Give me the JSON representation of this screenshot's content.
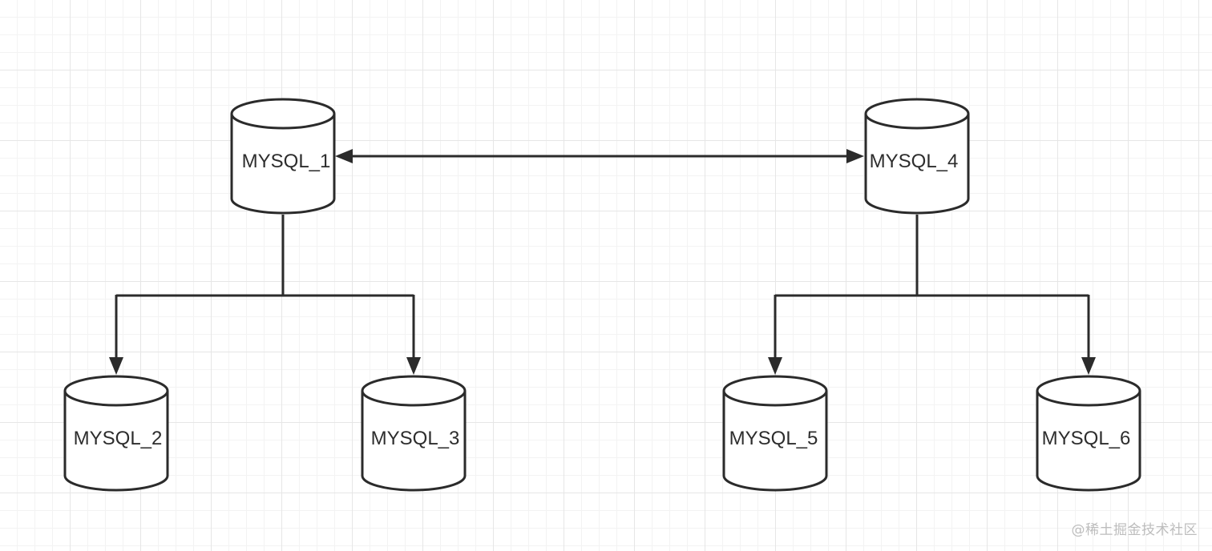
{
  "diagram": {
    "nodes": [
      {
        "id": "n1",
        "label": "MYSQL_1"
      },
      {
        "id": "n4",
        "label": "MYSQL_4"
      },
      {
        "id": "n2",
        "label": "MYSQL_2"
      },
      {
        "id": "n3",
        "label": "MYSQL_3"
      },
      {
        "id": "n5",
        "label": "MYSQL_5"
      },
      {
        "id": "n6",
        "label": "MYSQL_6"
      }
    ],
    "edges": [
      {
        "from": "n1",
        "to": "n4",
        "direction": "both"
      },
      {
        "from": "n1",
        "to": "n2",
        "direction": "forward"
      },
      {
        "from": "n1",
        "to": "n3",
        "direction": "forward"
      },
      {
        "from": "n4",
        "to": "n5",
        "direction": "forward"
      },
      {
        "from": "n4",
        "to": "n6",
        "direction": "forward"
      }
    ],
    "colors": {
      "stroke": "#2b2b2b",
      "fill": "#ffffff",
      "grid": "#e6e6e6"
    }
  },
  "watermark": "@稀土掘金技术社区"
}
